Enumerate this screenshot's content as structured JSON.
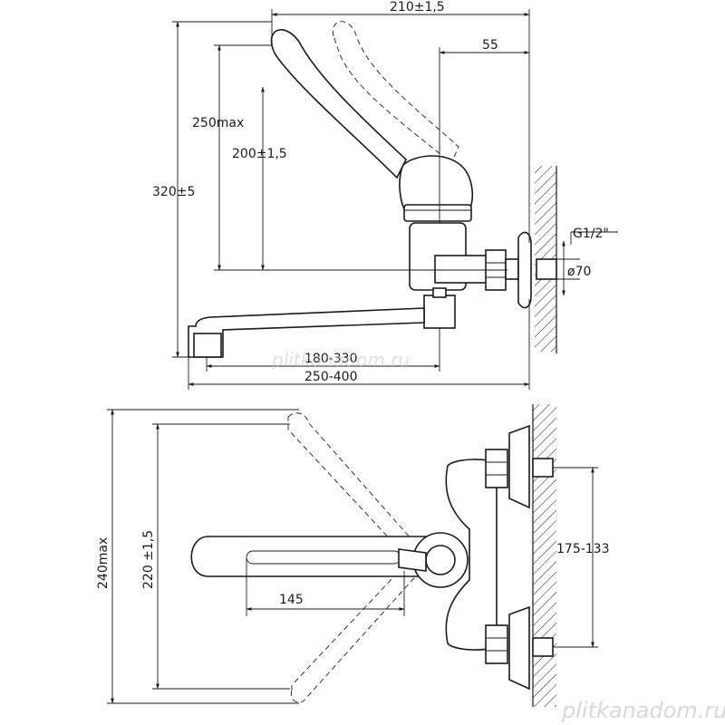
{
  "side_view": {
    "dims": {
      "total_width": "210±1,5",
      "spout_offset": "55",
      "lever_height_max": "250max",
      "lever_height": "200±1,5",
      "total_height": "320±5",
      "thread": "G1/2\"",
      "flange_dia": "ø70",
      "spout_reach": "180-330",
      "total_reach": "250-400"
    }
  },
  "top_view": {
    "dims": {
      "total_height_max": "240max",
      "height": "220 ±1,5",
      "lever_length": "145",
      "inlet_spacing": "175-133"
    }
  },
  "watermarks": {
    "center": "plitkanadom.ru",
    "corner": "plitkanadom.ru"
  }
}
